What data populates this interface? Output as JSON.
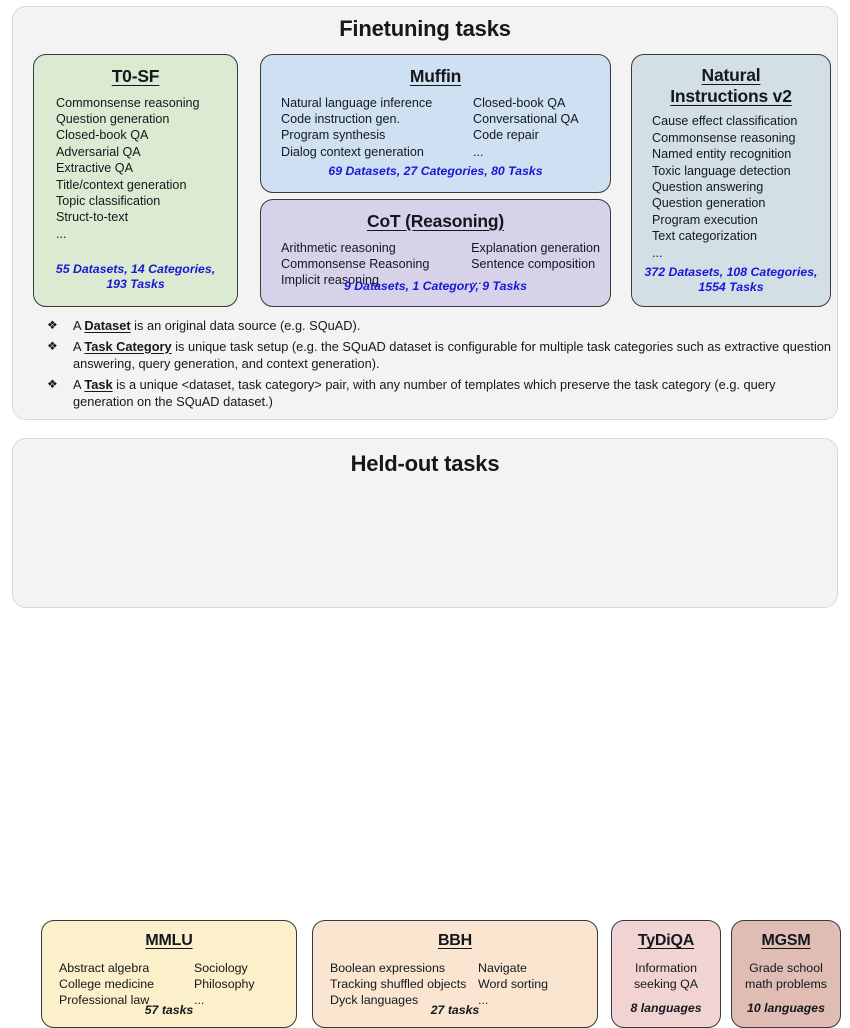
{
  "finetuning": {
    "title": "Finetuning tasks",
    "cards": [
      {
        "name": "t0sf",
        "title": "T0-SF",
        "color": "#dcead1",
        "col1": [
          "Commonsense reasoning",
          "Question generation",
          "Closed-book QA",
          "Adversarial QA",
          "Extractive QA",
          "Title/context generation",
          "Topic classification",
          "Struct-to-text",
          "..."
        ],
        "col2": [],
        "stat_line1": "55 Datasets, 14 Categories,",
        "stat_line2": "193 Tasks"
      },
      {
        "name": "muffin",
        "title": "Muffin",
        "color": "#cfe0f2",
        "col1": [
          "Natural language inference",
          "Code instruction gen.",
          "Program synthesis",
          "Dialog context generation"
        ],
        "col2": [
          "Closed-book QA",
          "Conversational QA",
          "Code repair",
          "..."
        ],
        "stat_line1": "69 Datasets, 27 Categories, 80 Tasks",
        "stat_line2": ""
      },
      {
        "name": "cot",
        "title": "CoT (Reasoning)",
        "color": "#d7d2ea",
        "col1": [
          "Arithmetic reasoning",
          "Commonsense Reasoning",
          "Implicit reasoning"
        ],
        "col2": [
          "Explanation generation",
          "Sentence composition",
          "..."
        ],
        "stat_line1": "9 Datasets, 1 Category, 9 Tasks",
        "stat_line2": ""
      },
      {
        "name": "ni",
        "title_line1": "Natural",
        "title_line2": "Instructions v2",
        "color": "#d2e0e5",
        "col1": [
          "Cause effect classification",
          "Commonsense reasoning",
          "Named entity recognition",
          "Toxic language detection",
          "Question answering",
          "Question generation",
          "Program execution",
          "Text categorization",
          "..."
        ],
        "col2": [],
        "stat_line1": "372 Datasets, 108 Categories,",
        "stat_line2": "1554 Tasks"
      }
    ],
    "definitions": [
      {
        "bullet": "diamond-bullet-icon",
        "prefix": "A ",
        "term": "Dataset",
        "rest": " is an original data source (e.g. SQuAD)."
      },
      {
        "bullet": "diamond-bullet-icon",
        "prefix": "A ",
        "term": "Task Category",
        "rest": " is unique task setup (e.g. the SQuAD dataset is configurable for multiple task categories such as extractive question answering, query generation, and context generation)."
      },
      {
        "bullet": "diamond-bullet-icon",
        "prefix": "A ",
        "term": "Task",
        "rest": " is a unique <dataset, task category> pair, with any number of templates which preserve the task category (e.g. query generation on the SQuAD dataset.)"
      }
    ]
  },
  "heldout": {
    "title": "Held-out tasks",
    "cards": [
      {
        "name": "mmlu",
        "title": "MMLU",
        "color": "#fcf0cb",
        "col1": [
          "Abstract algebra",
          "College medicine",
          "Professional law"
        ],
        "col2": [
          "Sociology",
          "Philosophy",
          "..."
        ],
        "stat_line1": "57 tasks",
        "stat_line2": ""
      },
      {
        "name": "bbh",
        "title": "BBH",
        "color": "#fae5d1",
        "col1": [
          "Boolean expressions",
          "Tracking shuffled objects",
          "Dyck languages"
        ],
        "col2": [
          "Navigate",
          "Word sorting",
          "..."
        ],
        "stat_line1": "27 tasks",
        "stat_line2": ""
      },
      {
        "name": "tydiqa",
        "title": "TyDiQA",
        "color": "#f2d3d3",
        "col1": [
          "Information",
          "seeking QA"
        ],
        "col2": [],
        "stat_line1": "8 languages",
        "stat_line2": ""
      },
      {
        "name": "mgsm",
        "title": "MGSM",
        "color": "#dfbcb4",
        "col1": [
          "Grade school",
          "math problems"
        ],
        "col2": [],
        "stat_line1": "10 languages",
        "stat_line2": ""
      }
    ]
  },
  "bullet_glyph": "❖",
  "accent_stat_color": "#1718d6"
}
